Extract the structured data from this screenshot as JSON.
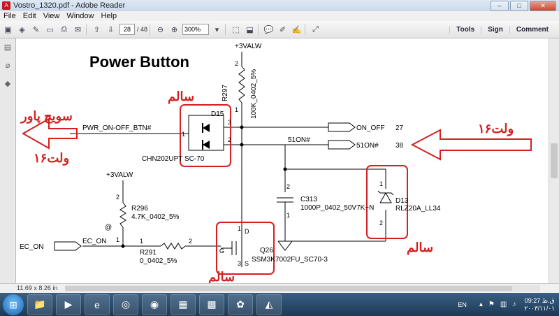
{
  "window": {
    "title": "Vostro_1320.pdf - Adobe Reader",
    "app_icon": "adobe-reader-icon"
  },
  "menu": [
    "File",
    "Edit",
    "View",
    "Window",
    "Help"
  ],
  "toolbar": {
    "page_current": "28",
    "page_total": "/ 48",
    "zoom": "300%"
  },
  "right_links": [
    "Tools",
    "Sign",
    "Comment"
  ],
  "status": {
    "page_size": "11.69 x 8.26 in"
  },
  "schematic": {
    "title": "Power Button",
    "rail_top": "+3VALW",
    "rail_left": "+3VALW",
    "r297": "R297",
    "r297_val": "100K_0402_5%",
    "d15": "D15",
    "d15_part": "CHN202UPT SC-70",
    "net_pwr": "PWR_ON-OFF_BTN#",
    "net_onoff": "ON_OFF",
    "onoff_num": "27",
    "net_51on": "51ON#",
    "net_51on_port": "51ON#",
    "port_num": "38",
    "c313": "C313",
    "c313_val": "1000P_0402_50V7K~N",
    "d13": "D13",
    "d13_part": "RLZ20A_LL34",
    "r296": "R296",
    "r296_val": "4.7K_0402_5%",
    "at": "@",
    "ec_on": "EC_ON",
    "ec_on_net": "EC_ON",
    "r291": "R291",
    "r291_val": "0_0402_5%",
    "q26": "Q26",
    "q26_part": "SSM3K7002FU_SC70-3",
    "pin1": "1",
    "pin2": "2",
    "pin3": "3",
    "pin_d": "D",
    "pin_g": "G",
    "pin_s": "S",
    "ann_salem": "سالم",
    "ann_switch": "سويچ پاور",
    "ann_16v": "۱۶ولت"
  },
  "taskbar": {
    "lang": "EN",
    "time": "09:27 ق.ظ",
    "date": "۲۰۰۳/۱۱/۰۱"
  },
  "colors": {
    "annotation": "#d42020",
    "wire": "#000000"
  }
}
